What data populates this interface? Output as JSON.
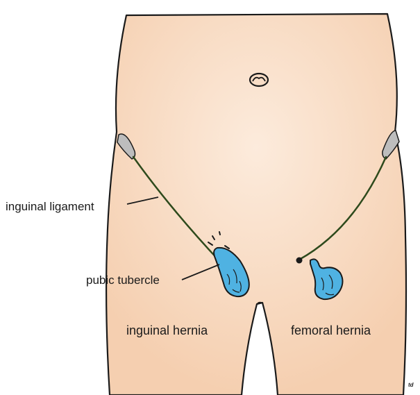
{
  "labels": {
    "inguinal_ligament": "inguinal ligament",
    "pubic_tubercle": "pubic tubercle",
    "inguinal_hernia": "inguinal hernia",
    "femoral_hernia": "femoral hernia",
    "credit": "td"
  },
  "colors": {
    "skin_light": "#fbe4cf",
    "skin": "#f6d1b2",
    "outline": "#1a1a1a",
    "ligament": "#2e4a1c",
    "hernia": "#4fb2e2",
    "iliac_crest": "#bdbdbd"
  }
}
